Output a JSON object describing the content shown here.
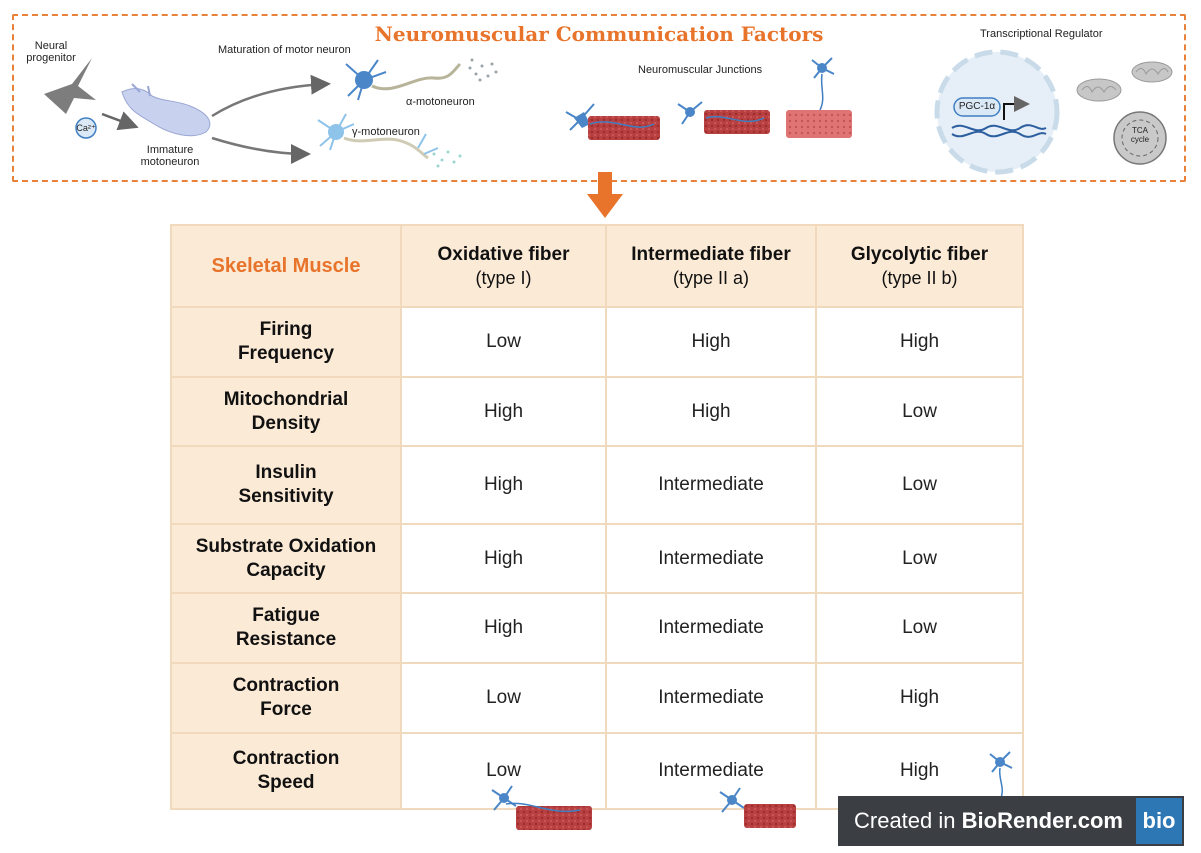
{
  "banner": {
    "title": "Neuromuscular Communication Factors",
    "labels": {
      "neural_progenitor_1": "Neural",
      "neural_progenitor_2": "progenitor",
      "calcium": "Ca²⁺",
      "immature_1": "Immature",
      "immature_2": "motoneuron",
      "maturation": "Maturation of motor neuron",
      "alpha": "α-motoneuron",
      "gamma": "γ-motoneuron",
      "nmj": "Neuromuscular Junctions",
      "regulator": "Transcriptional Regulator",
      "pgc": "PGC-1α",
      "tca_1": "TCA",
      "tca_2": "cycle"
    }
  },
  "table": {
    "corner": "Skeletal Muscle",
    "columns": [
      {
        "title": "Oxidative fiber",
        "subtitle": "(type I)"
      },
      {
        "title": "Intermediate fiber",
        "subtitle": "(type II a)"
      },
      {
        "title": "Glycolytic fiber",
        "subtitle": "(type II b)"
      }
    ],
    "rows": [
      {
        "label_1": "Firing",
        "label_2": "Frequency",
        "values": [
          "Low",
          "High",
          "High"
        ]
      },
      {
        "label_1": "Mitochondrial",
        "label_2": "Density",
        "values": [
          "High",
          "High",
          "Low"
        ]
      },
      {
        "label_1": "Insulin",
        "label_2": "Sensitivity",
        "values": [
          "High",
          "Intermediate",
          "Low"
        ]
      },
      {
        "label_1": "Substrate Oxidation",
        "label_2": "Capacity",
        "values": [
          "High",
          "Intermediate",
          "Low"
        ]
      },
      {
        "label_1": "Fatigue",
        "label_2": "Resistance",
        "values": [
          "High",
          "Intermediate",
          "Low"
        ]
      },
      {
        "label_1": "Contraction",
        "label_2": "Force",
        "values": [
          "Low",
          "Intermediate",
          "High"
        ]
      },
      {
        "label_1": "Contraction",
        "label_2": "Speed",
        "values": [
          "Low",
          "Intermediate",
          "High"
        ]
      }
    ]
  },
  "badge": {
    "prefix": "Created in ",
    "brand": "BioRender.com",
    "logo": "bio"
  },
  "colors": {
    "accent": "#e8732b",
    "table_header_bg": "#fbead6",
    "muscle_red": "#b63a3a",
    "neuron_blue": "#3f7fc2"
  }
}
